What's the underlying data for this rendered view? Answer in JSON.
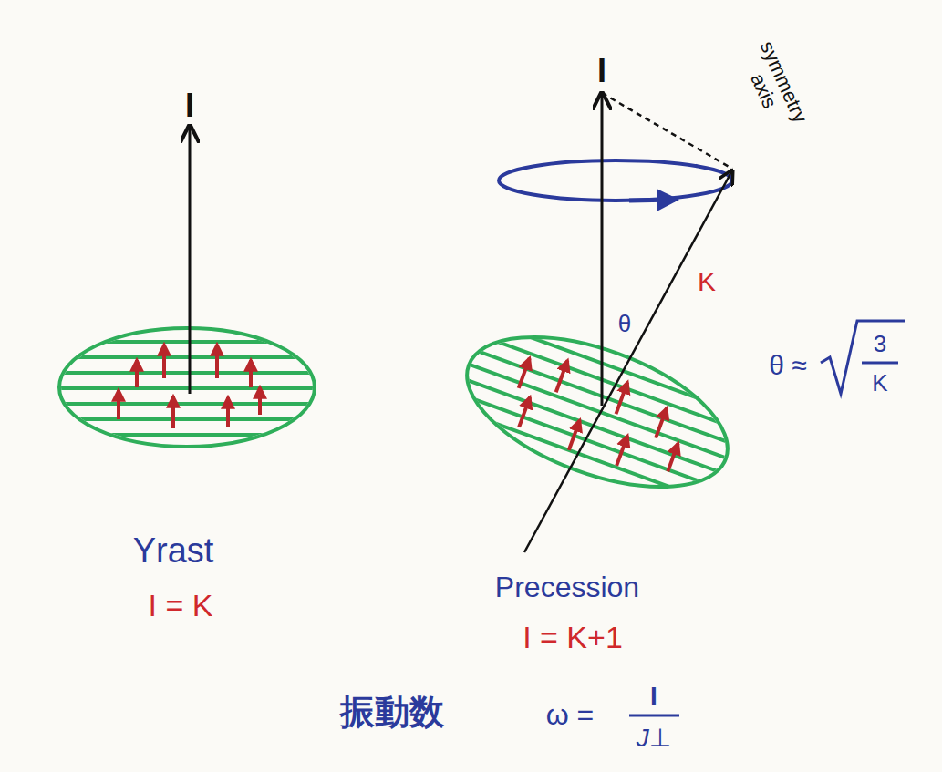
{
  "diagram": {
    "labels": [
      "I",
      "I",
      "symmetry axis",
      "K",
      "θ",
      "θ ≈",
      "3",
      "K",
      "Yrast",
      "I = K",
      "Precession",
      "I = K+1",
      "振動数",
      "ω =",
      "I",
      "J⊥"
    ]
  }
}
